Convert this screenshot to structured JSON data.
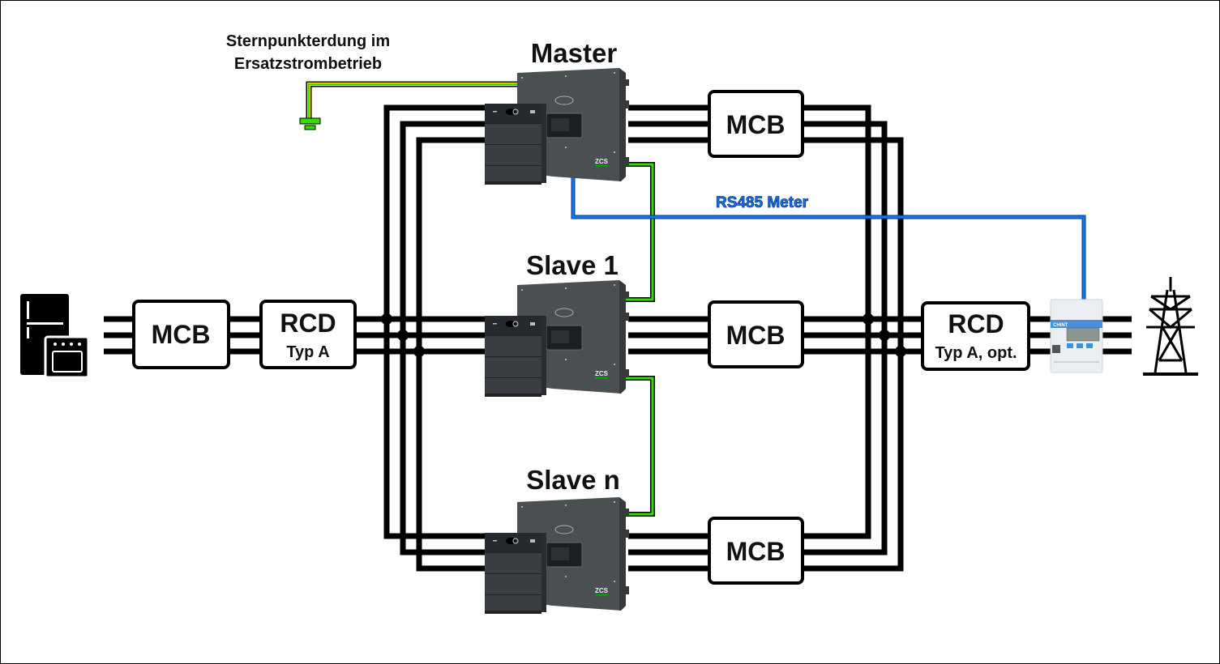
{
  "title": "Parallel hybrid inverter wiring with backup (Ersatzstrom)",
  "annotations": {
    "grounding_line1": "Sternpunkterdung im",
    "grounding_line2": "Ersatzstrombetrieb",
    "rs485": "RS485 Meter"
  },
  "inverters": [
    {
      "id": "master",
      "label": "Master"
    },
    {
      "id": "slave1",
      "label": "Slave 1"
    },
    {
      "id": "slaven",
      "label": "Slave n"
    }
  ],
  "left_chain": {
    "load_icon": "fridge-oven-icon",
    "mcb_label": "MCB",
    "rcd_label": "RCD",
    "rcd_sub": "Typ A"
  },
  "inverter_mcbs": [
    {
      "label": "MCB"
    },
    {
      "label": "MCB"
    },
    {
      "label": "MCB"
    }
  ],
  "right_chain": {
    "rcd_label": "RCD",
    "rcd_sub": "Typ A, opt.",
    "meter_icon": "smart-meter-icon",
    "meter_brand": "CHINT",
    "grid_icon": "power-tower-icon"
  },
  "colors": {
    "phase": "#000000",
    "earth_green": "#33dd00",
    "earth_yellow": "#ffee00",
    "rs485": "#1a73e8",
    "inverter_body": "#4a4f52",
    "battery_body": "#3a3e42"
  }
}
